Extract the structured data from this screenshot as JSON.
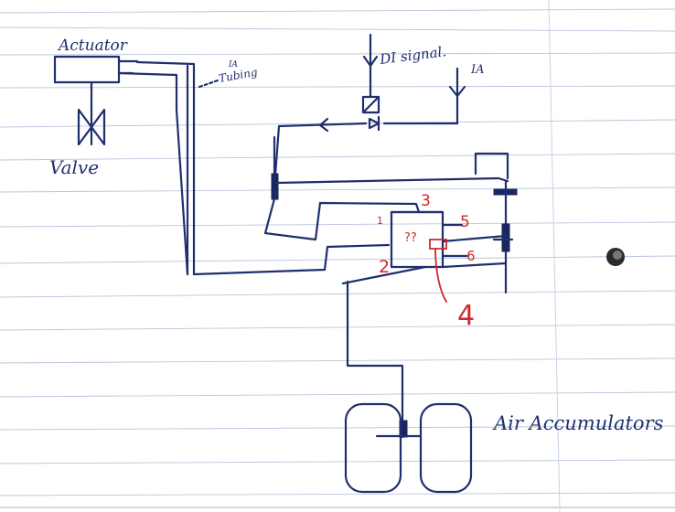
{
  "labels": {
    "actuator": "Actuator",
    "valve": "Valve",
    "ia_tubing_top": "IA",
    "ia_tubing": "Tubing",
    "di_signal": "DI signal.",
    "ia_supply": "IA",
    "unknown": "??",
    "air_accumulators": "Air Accumulators"
  },
  "ports": {
    "p1": "1",
    "p2": "2",
    "p3": "3",
    "p4": "4",
    "p5": "5",
    "p6": "6"
  },
  "colors": {
    "ink": "#1f2f6e",
    "annotation": "#d2262b",
    "rules": "#b9c6dc"
  }
}
